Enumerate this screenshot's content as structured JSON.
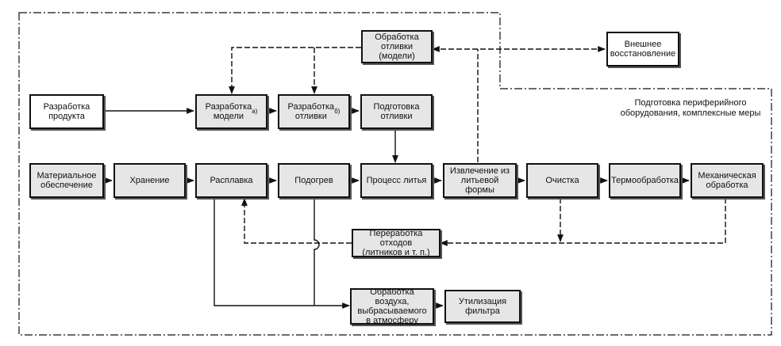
{
  "nodes": {
    "processing_top": "Обработка\nотливки (модели)",
    "external_restoration": "Внешнее\nвосстановление",
    "product_dev": "Разработка\nпродукта",
    "model_dev": "Разработка\nмодели",
    "model_dev_mark": "а)",
    "casting_dev": "Разработка\nотливки",
    "casting_dev_mark": "б)",
    "casting_prep": "Подготовка\nотливки",
    "material_supply": "Материальное\nобеспечение",
    "storage": "Хранение",
    "melting": "Расплавка",
    "preheating": "Подогрев",
    "casting_process": "Процесс литья",
    "extraction": "Извлечение из\nлитьевой формы",
    "cleaning": "Очистка",
    "heat_treatment": "Термообработка",
    "machining": "Механическая\nобработка",
    "waste_recycling": "Переработка отходов\n(литников и т. п.)",
    "air_treatment": "Обработка воздуха,\nвыбрасываемого\nв атмосферу",
    "filter_disposal": "Утилизация\nфильтра"
  },
  "annotations": {
    "peripheral": "Подготовка периферийного\nоборудования, комплексные меры"
  }
}
